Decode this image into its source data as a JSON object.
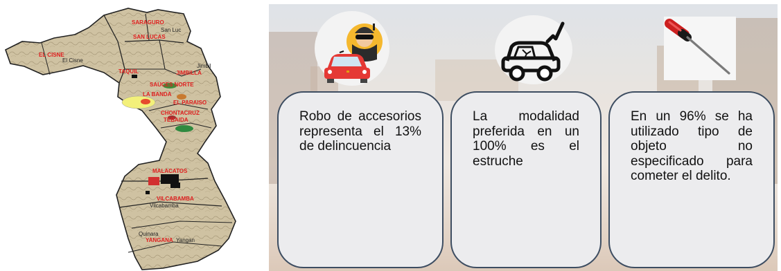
{
  "map": {
    "labels": {
      "saraguro": "SARAGURO",
      "san_lucas": "SAN LUCAS",
      "san_lucas_small": "San Luc",
      "el_cisne": "EL CISNE",
      "el_cisne_small": "El Cisne",
      "jimbilla_small": "Jimbil",
      "jimbilla": "JIMBILLA",
      "taquil": "TAQUIL",
      "sauces_norte": "SAUCES NORTE",
      "la_banda": "LA BANDA",
      "el_paraiso": "EL PARAISO",
      "chontacruz": "CHONTACRUZ",
      "tebaida": "TEBAIDA",
      "malacatos": "MALACATOS",
      "vilcabamba": "VILCABAMBA",
      "vilcabamba_small": "Vilcabamba",
      "quinara": "Quinara",
      "yangana": "YANGANA",
      "yangana_small": "Yangan"
    }
  },
  "cards": [
    {
      "text": "Robo de accesorios representa el 13% de delincuencia"
    },
    {
      "text": "La modalidad preferida en un 100% es el estruche"
    },
    {
      "text": "En un 96% se ha utilizado tipo de objeto no especificado para cometer el delito."
    }
  ],
  "icons": [
    "thief-car-icon",
    "broken-car-icon",
    "screwdriver-icon"
  ]
}
